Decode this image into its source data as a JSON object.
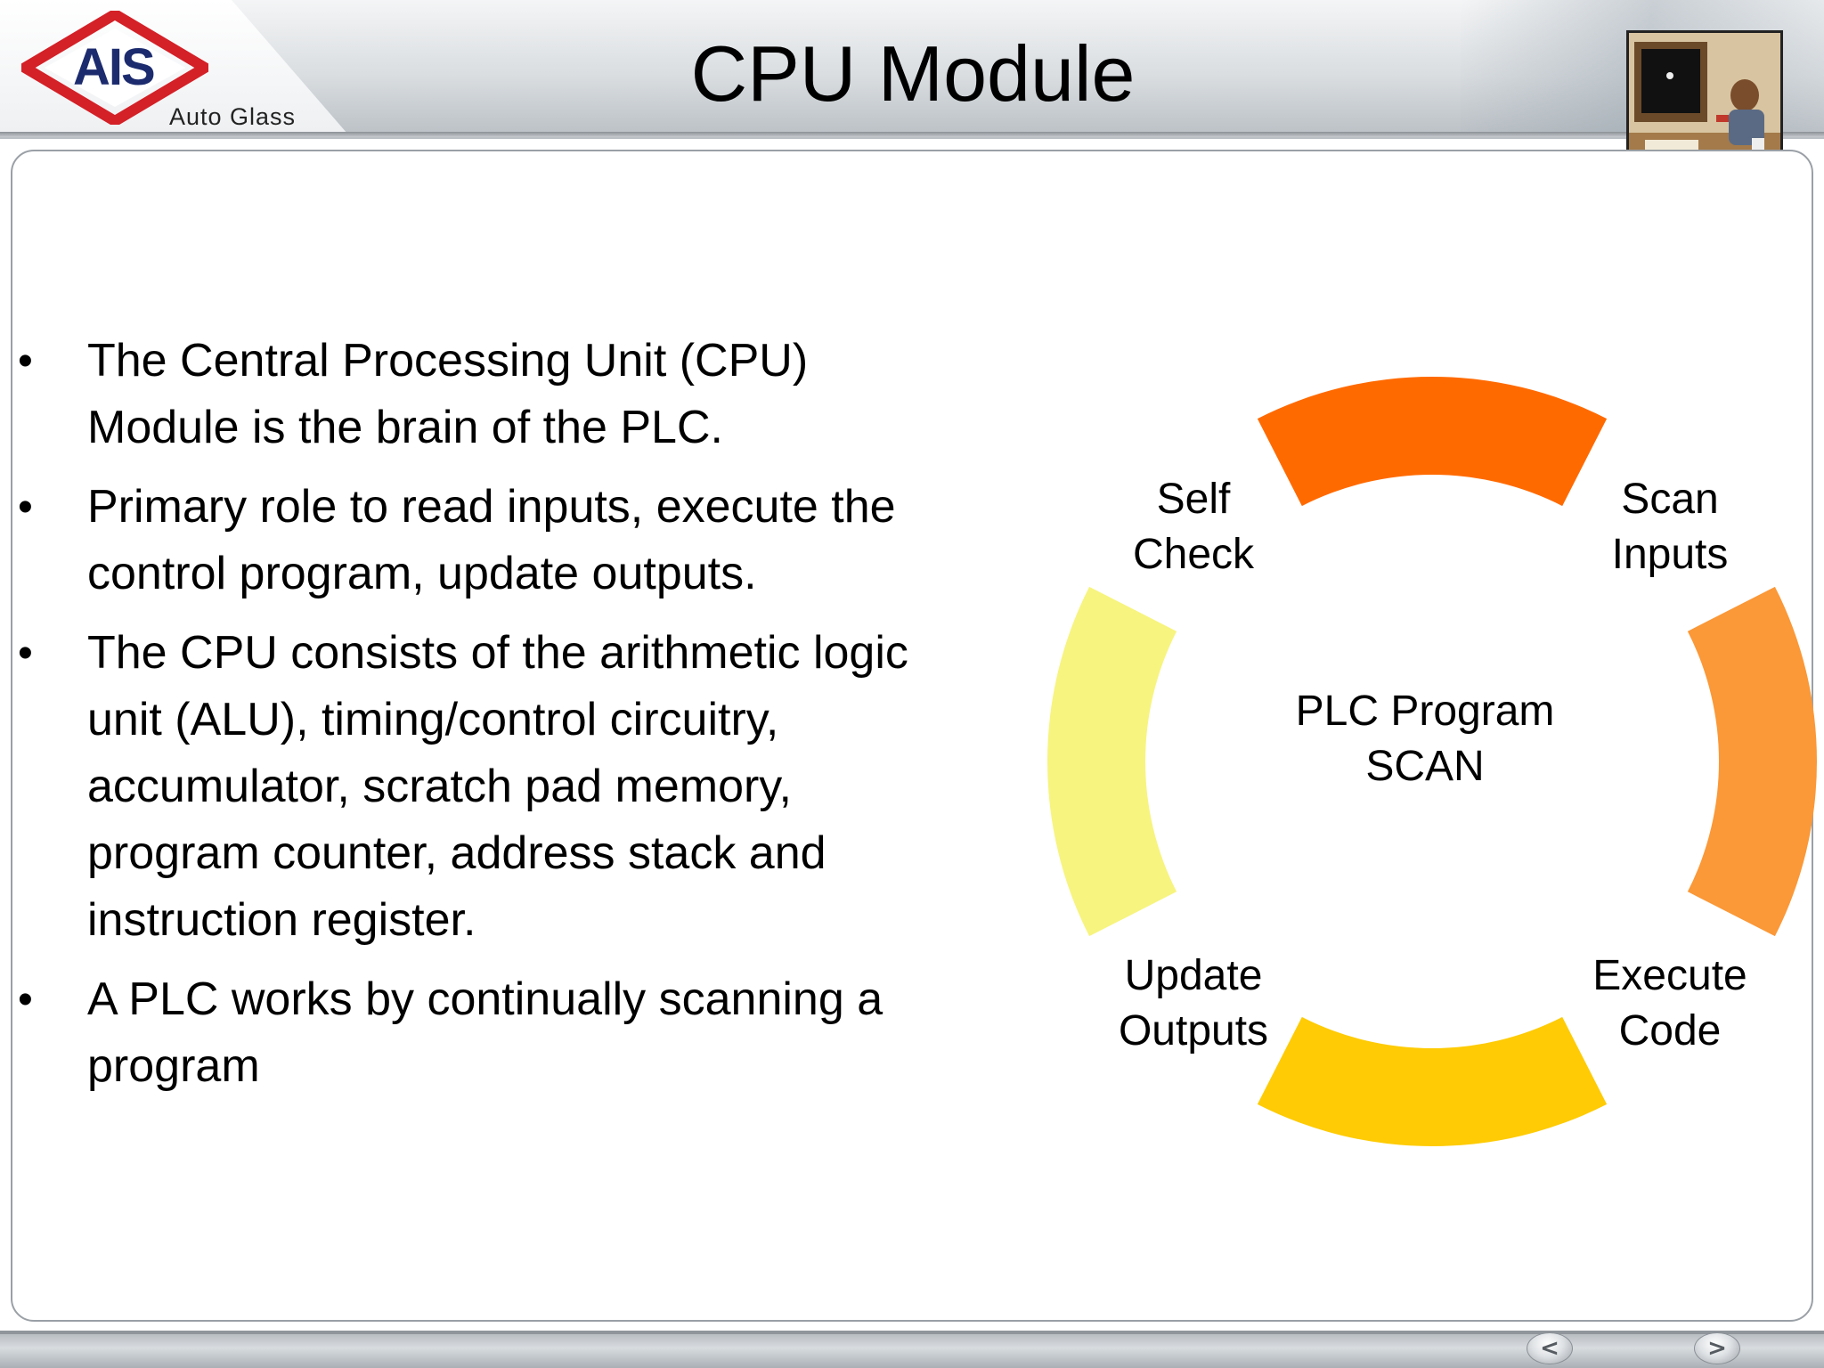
{
  "header": {
    "title": "CPU Module",
    "logo": {
      "mark": "AIS",
      "subtitle": "Auto Glass",
      "brand_red": "#d42027",
      "brand_blue": "#1c2b6e"
    }
  },
  "bullets": [
    "The Central Processing Unit (CPU) Module is the brain of the PLC.",
    "Primary role to read inputs, execute the control program, update outputs.",
    "The CPU consists of the arithmetic logic unit (ALU), timing/control circuitry, accumulator, scratch pad memory, program counter, address stack and instruction register.",
    "A PLC works by continually scanning a program"
  ],
  "diagram": {
    "center": [
      "PLC Program",
      "SCAN"
    ],
    "steps": [
      {
        "lines": [
          "Scan",
          "Inputs"
        ],
        "color": "#fb9837"
      },
      {
        "lines": [
          "Execute",
          "Code"
        ],
        "color": "#fecb04"
      },
      {
        "lines": [
          "Update",
          "Outputs"
        ],
        "color": "#f7f47f"
      },
      {
        "lines": [
          "Self",
          "Check"
        ],
        "color": "#ff6a00"
      }
    ]
  },
  "navigation": {
    "prev_icon": "arrow-left-icon",
    "next_icon": "arrow-right-icon",
    "prev_glyph": "<",
    "next_glyph": ">"
  }
}
